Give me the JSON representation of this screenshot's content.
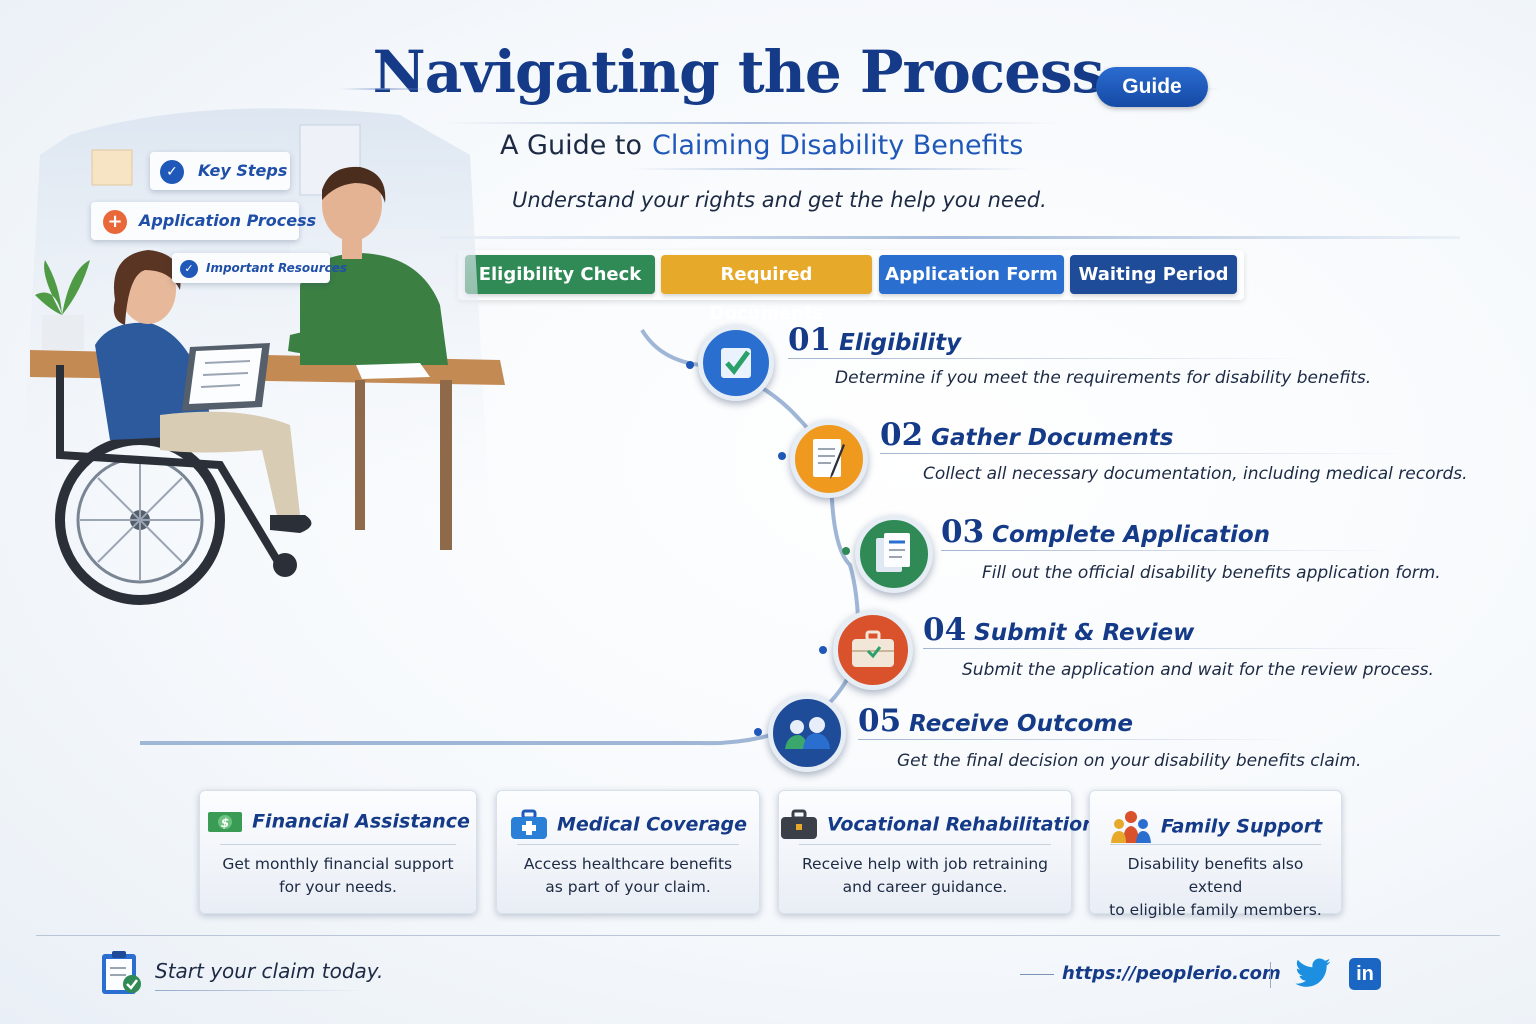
{
  "header": {
    "title": "Navigating the Process",
    "badge": "Guide",
    "subtitle_prefix": "A Guide to",
    "subtitle_highlight": "Claiming Disability Benefits",
    "tagline": "Understand your rights and get the help you need."
  },
  "tabs": [
    {
      "label": "Eligibility Check",
      "color": "#2f8a55"
    },
    {
      "label": "Required Documents",
      "color": "#e6a92a"
    },
    {
      "label": "Application Form",
      "color": "#2a6fd0"
    },
    {
      "label": "Waiting Period",
      "color": "#1f4c98"
    }
  ],
  "illustration": {
    "labels": [
      "Key Steps",
      "Application Process",
      "Important Resources"
    ],
    "label_icons": [
      "check-icon",
      "plus-icon",
      "check-icon"
    ]
  },
  "steps": [
    {
      "num": "01",
      "title": "Eligibility",
      "desc": "Determine if you meet the requirements for disability benefits.",
      "icon": "checkbox-icon",
      "color": "#2a6fd0"
    },
    {
      "num": "02",
      "title": "Gather Documents",
      "desc": "Collect all necessary documentation, including medical records.",
      "icon": "document-pen-icon",
      "color": "#ef9a1e"
    },
    {
      "num": "03",
      "title": "Complete Application",
      "desc": "Fill out the official disability benefits application form.",
      "icon": "forms-icon",
      "color": "#2f8a55"
    },
    {
      "num": "04",
      "title": "Submit & Review",
      "desc": "Submit the application and wait for the review process.",
      "icon": "briefcase-icon",
      "color": "#d9522b"
    },
    {
      "num": "05",
      "title": "Receive Outcome",
      "desc": "Get the final decision on your disability benefits claim.",
      "icon": "people-icon",
      "color": "#1f4c98"
    }
  ],
  "cards": [
    {
      "title": "Financial Assistance",
      "desc_line1": "Get monthly financial support",
      "desc_line2": "for your needs.",
      "icon": "money-icon"
    },
    {
      "title": "Medical Coverage",
      "desc_line1": "Access healthcare benefits",
      "desc_line2": "as part of your claim.",
      "icon": "medical-kit-icon"
    },
    {
      "title": "Vocational Rehabilitation",
      "desc_line1": "Receive help with job retraining",
      "desc_line2": "and career guidance.",
      "icon": "briefcase-icon"
    },
    {
      "title": "Family Support",
      "desc_line1": "Disability benefits also extend",
      "desc_line2": "to eligible family members.",
      "icon": "family-icon"
    }
  ],
  "footer": {
    "cta": "Start your claim today.",
    "url": "https://peoplerio.com",
    "social": [
      "twitter-icon",
      "linkedin-icon"
    ]
  }
}
